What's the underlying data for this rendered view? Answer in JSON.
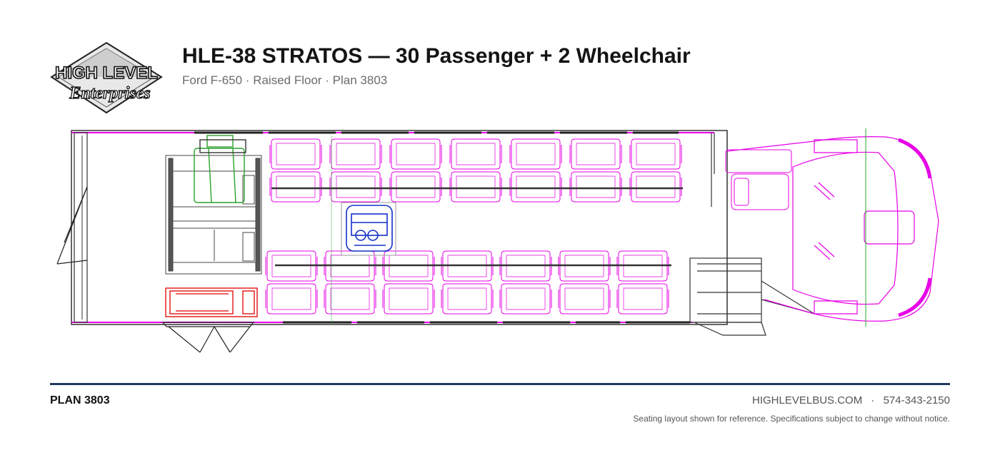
{
  "logo": {
    "line1": "HIGH LEVEL",
    "line2": "Enterprises"
  },
  "header": {
    "title": "HLE-38 STRATOS — 30 Passenger + 2 Wheelchair",
    "subtitle": "Ford F-650 · Raised Floor · Plan 3803"
  },
  "floorplan": {
    "seat_color": "#e600e6",
    "lift_color": "#e00000",
    "wheelchair_color": "#1530c8",
    "stretcher_color": "#2ca02c",
    "upper_rows": 7,
    "lower_rows": 7,
    "seats_per_row": 2
  },
  "footer": {
    "plan_label": "PLAN 3803",
    "website": "HIGHLEVELBUS.COM",
    "separator": "·",
    "phone": "574-343-2150",
    "disclaimer": "Seating layout shown for reference. Specifications subject to change without notice."
  }
}
